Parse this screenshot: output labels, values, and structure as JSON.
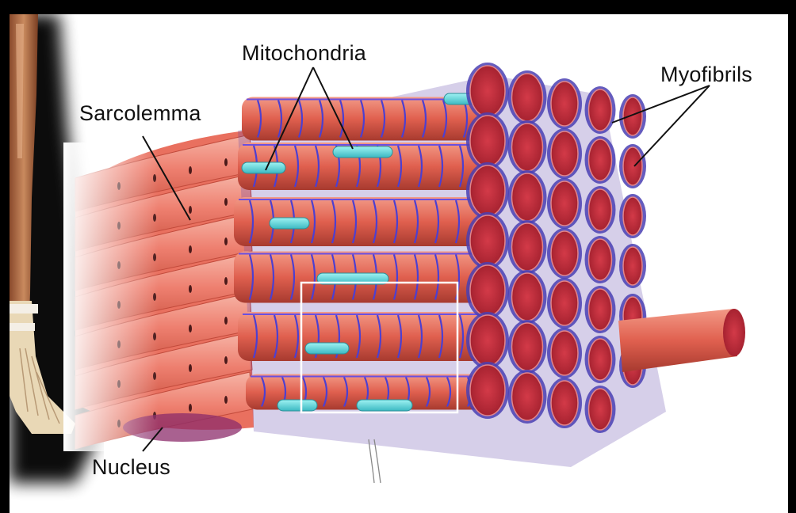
{
  "diagram": {
    "labels": {
      "mitochondria": "Mitochondria",
      "sarcolemma": "Sarcolemma",
      "myofibrils": "Myofibrils",
      "nucleus": "Nucleus"
    }
  }
}
